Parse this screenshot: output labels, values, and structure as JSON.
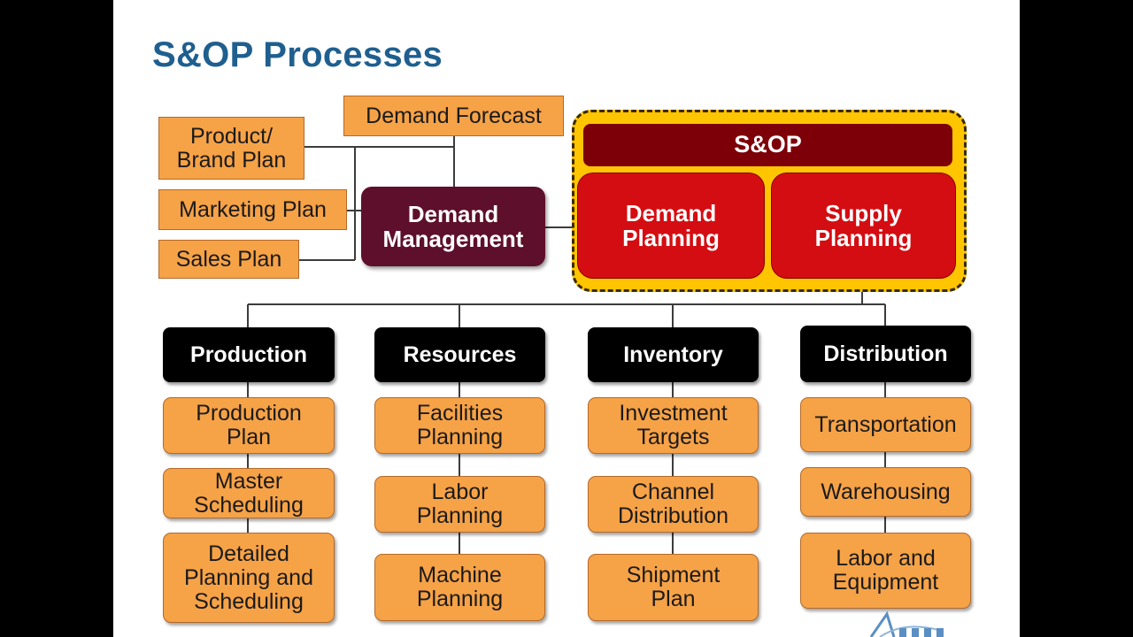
{
  "slide": {
    "title": "S&OP Processes"
  },
  "demand_inputs": {
    "demand_forecast": "Demand Forecast",
    "product_brand_plan": "Product/\nBrand Plan",
    "marketing_plan": "Marketing Plan",
    "sales_plan": "Sales Plan"
  },
  "demand_management": "Demand\nManagement",
  "sop": {
    "title": "S&OP",
    "demand_planning": "Demand\nPlanning",
    "supply_planning": "Supply\nPlanning"
  },
  "columns": [
    {
      "header": "Production",
      "items": [
        "Production\nPlan",
        "Master\nScheduling",
        "Detailed\nPlanning and\nScheduling"
      ]
    },
    {
      "header": "Resources",
      "items": [
        "Facilities\nPlanning",
        "Labor\nPlanning",
        "Machine\nPlanning"
      ]
    },
    {
      "header": "Inventory",
      "items": [
        "Investment\nTargets",
        "Channel\nDistribution",
        "Shipment\nPlan"
      ]
    },
    {
      "header": "Distribution",
      "items": [
        "Transportation",
        "Warehousing",
        "Labor and\nEquipment"
      ]
    }
  ],
  "colors": {
    "title": "#1f5f8f",
    "orange_box": "#f6a247",
    "header_box": "#000000",
    "demand_management": "#5e0f2b",
    "sop_frame": "#ffc500",
    "sop_title": "#7d0008",
    "planning_box": "#d40d12"
  },
  "logo_icon": "company-logo-icon"
}
